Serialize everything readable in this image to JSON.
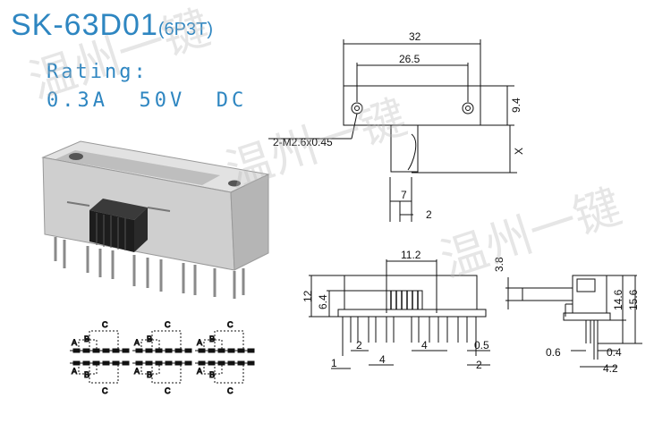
{
  "header": {
    "model": "SK-63D01",
    "config": "(6P3T)",
    "rating_label": "Rating:",
    "rating_value": "0.3A  50V  DC"
  },
  "top_view": {
    "dim_width": "32",
    "dim_hole_spacing": "26.5",
    "dim_height": "9.4",
    "dim_actuator": "X",
    "hole_note": "2-M2.6x0.45",
    "dim_lever_length": "7",
    "dim_lever_width": "2"
  },
  "front_view": {
    "dim_travel": "11.2",
    "dim_height": "12",
    "dim_body": "6.4",
    "dim_pitch": "2",
    "dim_group": "4",
    "dim_group2": "4",
    "dim_end": "1",
    "dim_pin": "0.5",
    "dim_end2": "2"
  },
  "side_view": {
    "dim_lever": "3.8",
    "dim_h1": "14.6",
    "dim_h2": "15.6",
    "dim_pin": "0.6",
    "dim_pin2": "0.4",
    "dim_base": "4.2"
  },
  "schematic": {
    "label_a": "A",
    "label_b": "B",
    "label_c": "C"
  },
  "watermark": "温州一键",
  "colors": {
    "accent": "#2e86c1",
    "line": "#111111",
    "body_fill": "#c8c8c8"
  }
}
